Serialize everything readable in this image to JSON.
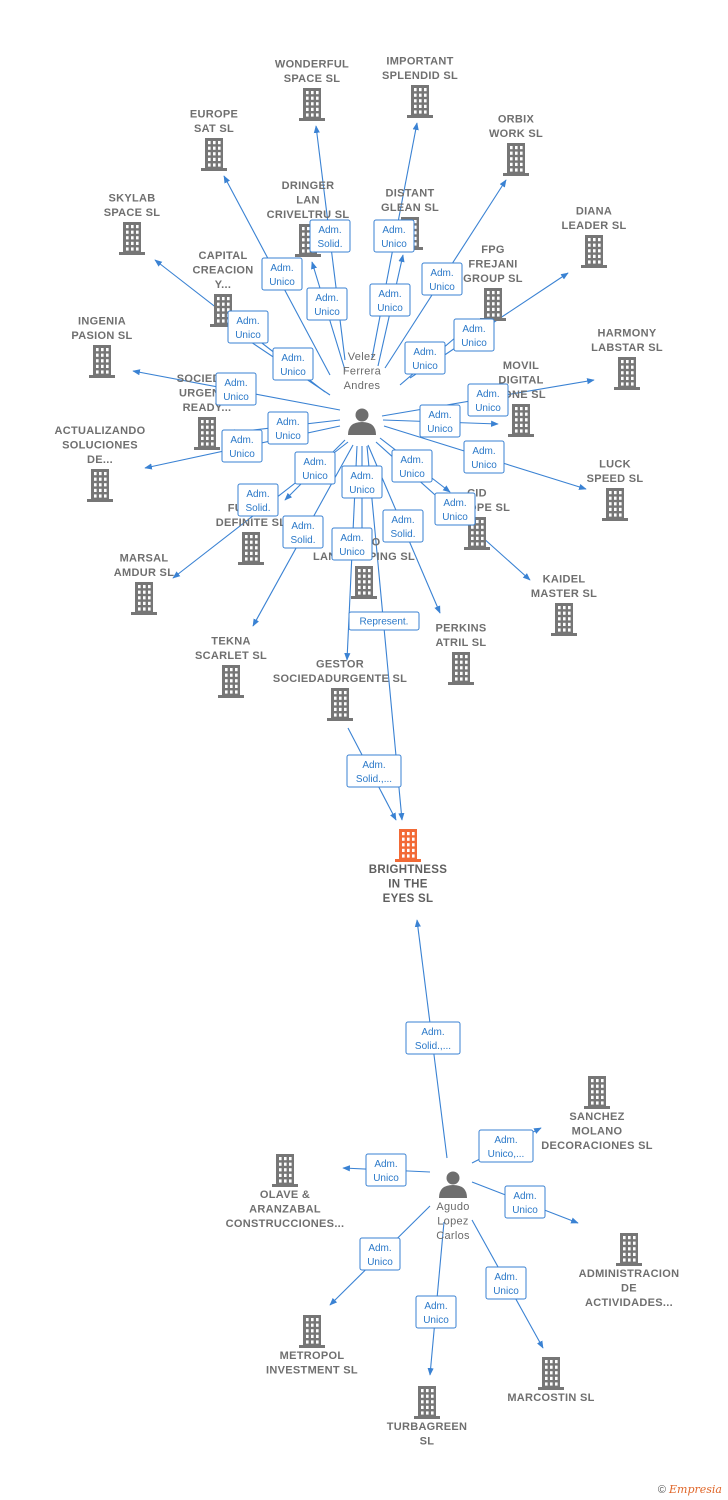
{
  "center": {
    "id": "brightness",
    "label": [
      "BRIGHTNESS",
      "IN THE",
      "EYES  SL"
    ]
  },
  "persons": [
    {
      "id": "velez",
      "label": [
        "Velez",
        "Ferrera",
        "Andres"
      ]
    },
    {
      "id": "agudo",
      "label": [
        "Agudo",
        "Lopez",
        "Carlos"
      ]
    }
  ],
  "companies": [
    {
      "id": "wonderful",
      "label": [
        "WONDERFUL",
        "SPACE  SL"
      ]
    },
    {
      "id": "important",
      "label": [
        "IMPORTANT",
        "SPLENDID  SL"
      ]
    },
    {
      "id": "europe",
      "label": [
        "EUROPE",
        "SAT  SL"
      ]
    },
    {
      "id": "orbix",
      "label": [
        "ORBIX",
        "WORK  SL"
      ]
    },
    {
      "id": "skylab",
      "label": [
        "SKYLAB",
        "SPACE  SL"
      ]
    },
    {
      "id": "dringer",
      "label": [
        "DRINGER",
        "LAN",
        "CRIVELTRU SL"
      ]
    },
    {
      "id": "distant",
      "label": [
        "DISTANT",
        "GLEAN  SL"
      ]
    },
    {
      "id": "diana",
      "label": [
        "DIANA",
        "LEADER  SL"
      ]
    },
    {
      "id": "capital",
      "label": [
        "CAPITAL",
        "CREACION",
        "Y..."
      ]
    },
    {
      "id": "fpg",
      "label": [
        "FPG",
        "FREJANI",
        "GROUP  SL"
      ]
    },
    {
      "id": "ingenia",
      "label": [
        "INGENIA",
        "PASION  SL"
      ]
    },
    {
      "id": "harmony",
      "label": [
        "HARMONY",
        "LABSTAR SL"
      ]
    },
    {
      "id": "sociedad",
      "label": [
        "SOCIEDAD",
        "URGENTE",
        "READY..."
      ]
    },
    {
      "id": "movil",
      "label": [
        "MOVIL",
        "DIGITAL",
        "ZONE SL"
      ]
    },
    {
      "id": "actualizando",
      "label": [
        "ACTUALIZANDO",
        "SOLUCIONES",
        "DE..."
      ]
    },
    {
      "id": "luck",
      "label": [
        "LUCK",
        "SPEED  SL"
      ]
    },
    {
      "id": "future",
      "label": [
        "FUTURE",
        "DEFINITE  SL"
      ]
    },
    {
      "id": "cid",
      "label": [
        "CID",
        "EUROPE  SL"
      ]
    },
    {
      "id": "marsal",
      "label": [
        "MARSAL",
        "AMDUR  SL"
      ]
    },
    {
      "id": "kaidel",
      "label": [
        "KAIDEL",
        "MASTER  SL"
      ]
    },
    {
      "id": "tekna",
      "label": [
        "TEKNA",
        "SCARLET  SL"
      ]
    },
    {
      "id": "perkins",
      "label": [
        "PERKINS",
        "ATRIL  SL"
      ]
    },
    {
      "id": "ceno",
      "label": [
        "CENO",
        "LANDSCAPING SL"
      ]
    },
    {
      "id": "gestor",
      "label": [
        "GESTOR",
        "SOCIEDADURGENTE SL"
      ]
    },
    {
      "id": "sanchez",
      "label": [
        "SANCHEZ",
        "MOLANO",
        "DECORACIONES SL"
      ]
    },
    {
      "id": "olave",
      "label": [
        "OLAVE &",
        "ARANZABAL",
        "CONSTRUCCIONES..."
      ]
    },
    {
      "id": "administracion",
      "label": [
        "ADMINISTRACION",
        "DE",
        "ACTIVIDADES..."
      ]
    },
    {
      "id": "metropol",
      "label": [
        "METROPOL",
        "INVESTMENT SL"
      ]
    },
    {
      "id": "marcostin",
      "label": [
        "MARCOSTIN SL"
      ]
    },
    {
      "id": "turbagreen",
      "label": [
        "TURBAGREEN",
        "SL"
      ]
    }
  ],
  "relations": [
    {
      "from": "velez",
      "to": "wonderful",
      "label": [
        "Adm.",
        "Solid."
      ]
    },
    {
      "from": "velez",
      "to": "important",
      "label": [
        "Adm.",
        "Unico"
      ]
    },
    {
      "from": "velez",
      "to": "europe",
      "label": [
        "Adm.",
        "Unico"
      ]
    },
    {
      "from": "velez",
      "to": "orbix",
      "label": [
        "Adm.",
        "Unico"
      ]
    },
    {
      "from": "velez",
      "to": "skylab",
      "label": [
        "Adm.",
        "Unico"
      ]
    },
    {
      "from": "velez",
      "to": "dringer",
      "label": [
        "Adm.",
        "Unico"
      ]
    },
    {
      "from": "velez",
      "to": "distant",
      "label": [
        "Adm.",
        "Unico"
      ]
    },
    {
      "from": "velez",
      "to": "diana",
      "label": [
        "Adm.",
        "Unico"
      ]
    },
    {
      "from": "velez",
      "to": "capital",
      "label": [
        "Adm.",
        "Unico"
      ]
    },
    {
      "from": "velez",
      "to": "fpg",
      "label": [
        "Adm.",
        "Unico"
      ]
    },
    {
      "from": "velez",
      "to": "ingenia",
      "label": [
        "Adm.",
        "Unico"
      ]
    },
    {
      "from": "velez",
      "to": "harmony",
      "label": [
        "Adm.",
        "Unico"
      ]
    },
    {
      "from": "velez",
      "to": "sociedad",
      "label": [
        "Adm.",
        "Unico"
      ]
    },
    {
      "from": "velez",
      "to": "movil",
      "label": [
        "Adm.",
        "Unico"
      ]
    },
    {
      "from": "velez",
      "to": "actualizando",
      "label": [
        "Adm.",
        "Unico"
      ]
    },
    {
      "from": "velez",
      "to": "luck",
      "label": [
        "Adm.",
        "Unico"
      ]
    },
    {
      "from": "velez",
      "to": "future",
      "label": [
        "Adm.",
        "Unico"
      ]
    },
    {
      "from": "velez",
      "to": "cid",
      "label": [
        "Adm.",
        "Unico"
      ]
    },
    {
      "from": "velez",
      "to": "marsal",
      "label": [
        "Adm.",
        "Solid."
      ]
    },
    {
      "from": "velez",
      "to": "kaidel",
      "label": [
        "Adm.",
        "Unico"
      ]
    },
    {
      "from": "velez",
      "to": "tekna",
      "label": [
        "Adm.",
        "Solid."
      ]
    },
    {
      "from": "velez",
      "to": "perkins",
      "label": [
        "Adm.",
        "Solid."
      ]
    },
    {
      "from": "velez",
      "to": "ceno",
      "label": [
        "Adm.",
        "Unico"
      ]
    },
    {
      "from": "velez",
      "to": "gestor",
      "label": [
        "Adm.",
        "Unico"
      ]
    },
    {
      "from": "velez",
      "to": "brightness",
      "label": [
        "Represent."
      ]
    },
    {
      "from": "gestor",
      "to": "brightness",
      "label": [
        "Adm.",
        "Solid.,..."
      ]
    },
    {
      "from": "agudo",
      "to": "brightness",
      "label": [
        "Adm.",
        "Solid.,..."
      ]
    },
    {
      "from": "agudo",
      "to": "sanchez",
      "label": [
        "Adm.",
        "Unico,..."
      ]
    },
    {
      "from": "agudo",
      "to": "olave",
      "label": [
        "Adm.",
        "Unico"
      ]
    },
    {
      "from": "agudo",
      "to": "administracion",
      "label": [
        "Adm.",
        "Unico"
      ]
    },
    {
      "from": "agudo",
      "to": "metropol",
      "label": [
        "Adm.",
        "Unico"
      ]
    },
    {
      "from": "agudo",
      "to": "marcostin",
      "label": [
        "Adm.",
        "Unico"
      ]
    },
    {
      "from": "agudo",
      "to": "turbagreen",
      "label": [
        "Adm.",
        "Unico"
      ]
    }
  ],
  "colors": {
    "edge": "#3a82d3",
    "building": "#767676",
    "center_building": "#f26a36",
    "person": "#6e6e6e"
  },
  "footer": {
    "copyright": "©",
    "brand": "Empresia"
  }
}
